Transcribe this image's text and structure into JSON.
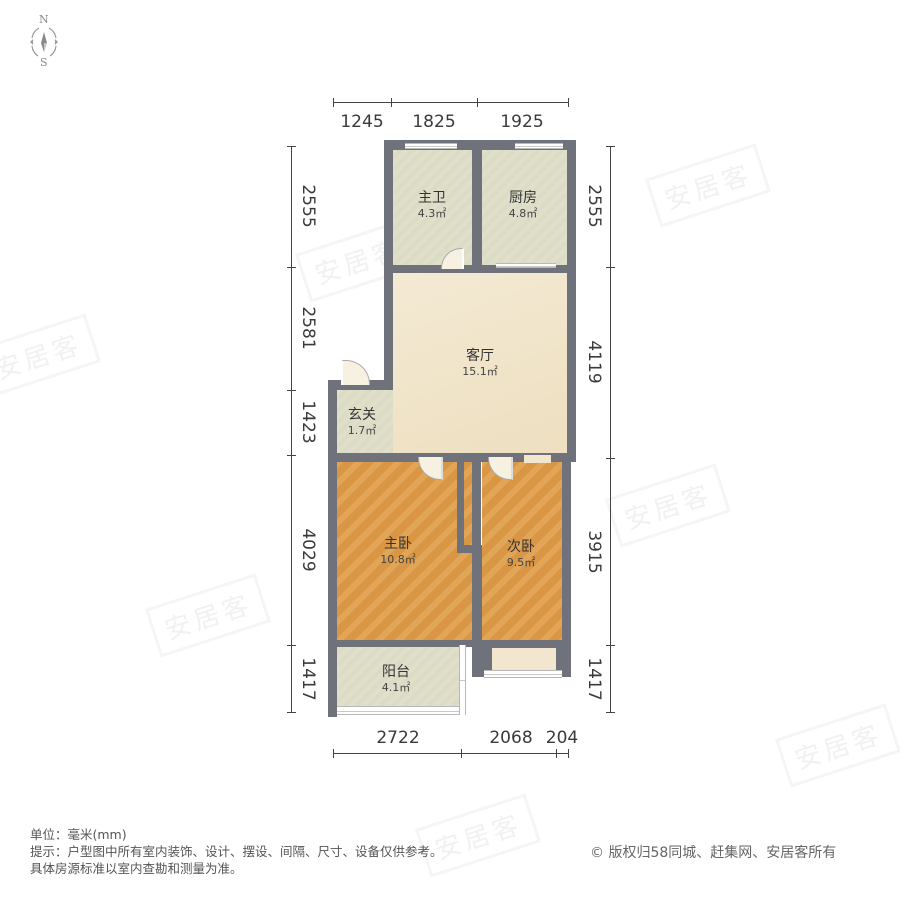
{
  "compass": {
    "north_label": "N",
    "south_label": "S",
    "icon": "compass-icon"
  },
  "dimensions": {
    "top": [
      "1245",
      "1825",
      "1925"
    ],
    "left": [
      "2555",
      "2581",
      "1423",
      "4029",
      "1417"
    ],
    "right": [
      "2555",
      "4119",
      "3915",
      "1417"
    ],
    "bottom": [
      "2722",
      "2068",
      "204"
    ]
  },
  "rooms": [
    {
      "name": "主卫",
      "area": "4.3㎡"
    },
    {
      "name": "厨房",
      "area": "4.8㎡"
    },
    {
      "name": "客厅",
      "area": "15.1㎡"
    },
    {
      "name": "玄关",
      "area": "1.7㎡"
    },
    {
      "name": "主卧",
      "area": "10.8㎡"
    },
    {
      "name": "次卧",
      "area": "9.5㎡"
    },
    {
      "name": "阳台",
      "area": "4.1㎡"
    }
  ],
  "colors": {
    "wall": "#6f727a",
    "tile_floor": "#dcdcc6",
    "marble_floor": "#f0e3c6",
    "wood_floor": "#dd9a48",
    "dimension_line": "#444444"
  },
  "footer": {
    "unit": "单位：毫米(mm)",
    "note_line1": "提示：户型图中所有室内装饰、设计、摆设、间隔、尺寸、设备仅供参考。",
    "note_line2": "具体房源标准以室内查勘和测量为准。",
    "copyright": "© 版权归58同城、赶集网、安居客所有"
  },
  "watermark": "安居客"
}
